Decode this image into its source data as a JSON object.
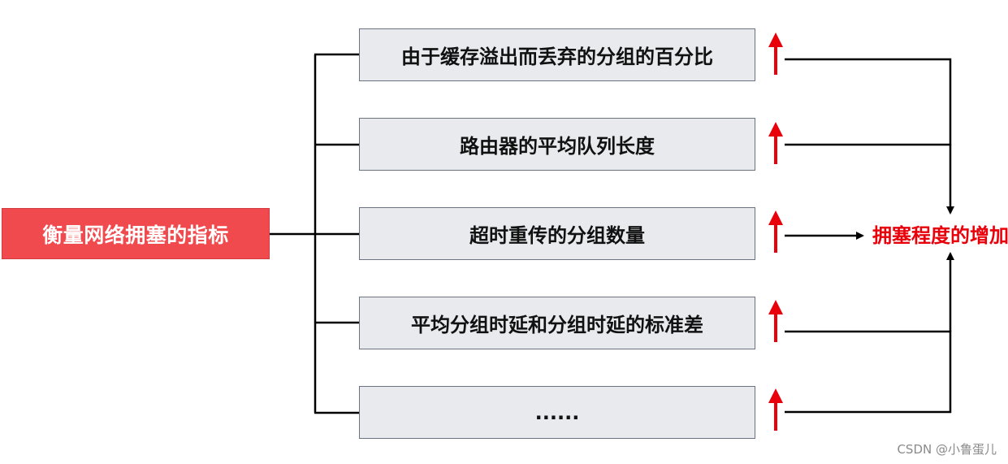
{
  "root": {
    "label": "衡量网络拥塞的指标"
  },
  "metrics": [
    {
      "label": "由于缓存溢出而丢弃的分组的百分比",
      "trend": "up"
    },
    {
      "label": "路由器的平均队列长度",
      "trend": "up"
    },
    {
      "label": "超时重传的分组数量",
      "trend": "up"
    },
    {
      "label": "平均分组时延和分组时延的标准差",
      "trend": "up"
    },
    {
      "label": "......",
      "trend": "up"
    }
  ],
  "result": {
    "label": "拥塞程度的增加"
  },
  "watermark": {
    "text": "CSDN @小鲁蛋儿"
  },
  "colors": {
    "root_fill": "#f04a4f",
    "metric_fill": "#e8eaee",
    "metric_border": "#6b7380",
    "arrow_red": "#e8000b",
    "connector": "#000000",
    "result_text": "#e8000b"
  }
}
